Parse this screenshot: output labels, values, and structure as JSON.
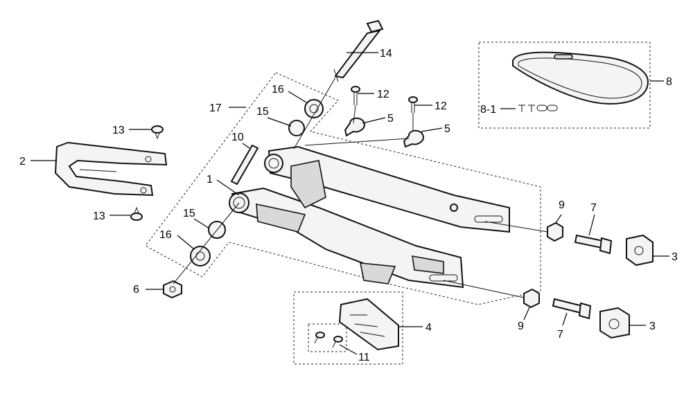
{
  "callouts": {
    "c1": "1",
    "c2": "2",
    "c3a": "3",
    "c3b": "3",
    "c4": "4",
    "c5a": "5",
    "c5b": "5",
    "c6": "6",
    "c7a": "7",
    "c7b": "7",
    "c8": "8",
    "c8_1": "8-1",
    "c9a": "9",
    "c9b": "9",
    "c10": "10",
    "c11": "11",
    "c12a": "12",
    "c12b": "12",
    "c13a": "13",
    "c13b": "13",
    "c14": "14",
    "c15a": "15",
    "c15b": "15",
    "c16a": "16",
    "c16b": "16",
    "c17": "17"
  }
}
